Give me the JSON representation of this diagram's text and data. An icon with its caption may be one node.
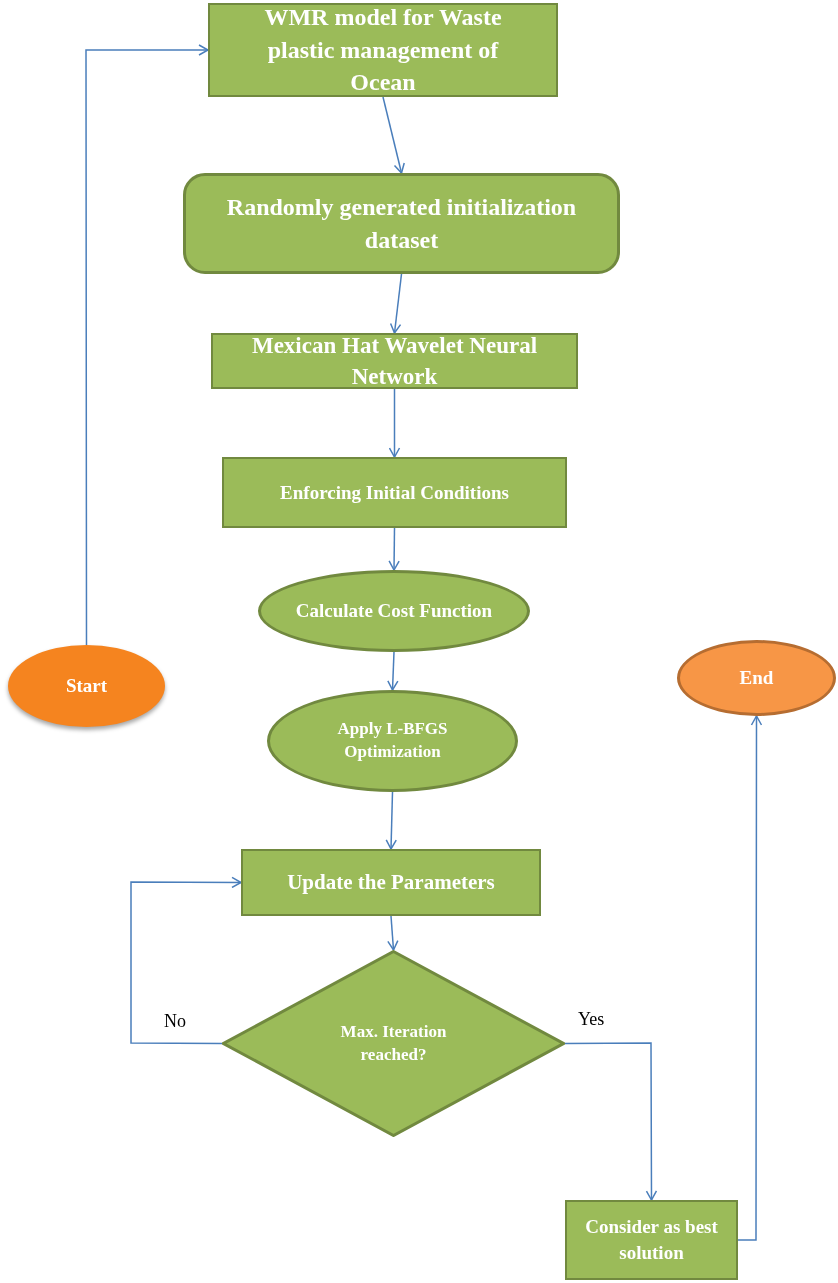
{
  "diagram": {
    "nodes": [
      {
        "text": [
          "WMR model for Waste plastic management of Ocean"
        ]
      },
      {
        "text": [
          "Randomly generated initialization dataset"
        ]
      },
      {
        "text": [
          "Mexican Hat Wavelet Neural Network"
        ]
      },
      {
        "text": [
          "Enforcing Initial Conditions"
        ]
      },
      {
        "text": [
          "Calculate Cost Function"
        ]
      },
      {
        "text": [
          "Apply L-BFGS Optimization"
        ]
      },
      {
        "text": [
          "Update the Parameters"
        ]
      },
      {
        "text": [
          "Max. Iteration reached?"
        ]
      },
      {
        "text": [
          "Consider as best solution"
        ]
      },
      {
        "text": [
          "Start"
        ]
      },
      {
        "text": [
          "End"
        ]
      }
    ],
    "edges": [
      {
        "from": 9,
        "to": 0,
        "arrow": "to"
      },
      {
        "from": 0,
        "to": 1,
        "arrow": "to"
      },
      {
        "from": 1,
        "to": 2,
        "arrow": "to"
      },
      {
        "from": 2,
        "to": 3,
        "arrow": "to"
      },
      {
        "from": 3,
        "to": 4,
        "arrow": "to"
      },
      {
        "from": 4,
        "to": 5,
        "arrow": "to"
      },
      {
        "from": 5,
        "to": 6,
        "arrow": "to"
      },
      {
        "from": 6,
        "to": 7,
        "arrow": "to"
      },
      {
        "from": 7,
        "to": 6,
        "arrow": "to",
        "label": "No"
      },
      {
        "from": 7,
        "to": 8,
        "arrow": "to",
        "label": "Yes"
      },
      {
        "from": 8,
        "to": 10,
        "arrow": "to"
      }
    ]
  }
}
